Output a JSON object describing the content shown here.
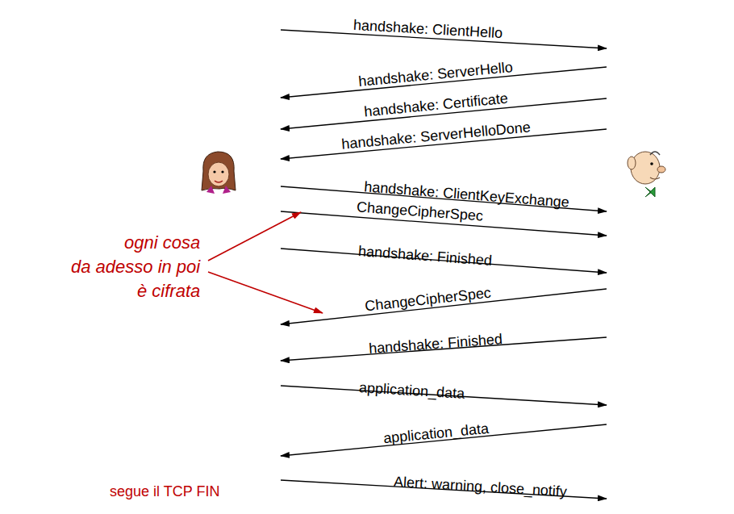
{
  "diagram": {
    "labels": [
      "handshake: ClientHello",
      "handshake: ServerHello",
      "handshake: Certificate",
      "handshake: ServerHelloDone",
      "handshake: ClientKeyExchange",
      "ChangeCipherSpec",
      "ogni cosa da adesso in poi è cifrata",
      "handshake: Finished",
      "ChangeCipherSpec",
      "handshake: Finished",
      "application_data",
      "application_data",
      "Alert: warning, close_notify",
      "segue il TCP FIN"
    ]
  }
}
